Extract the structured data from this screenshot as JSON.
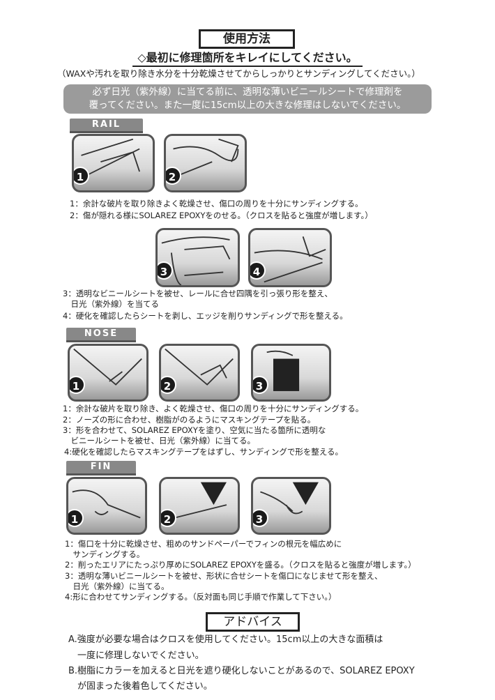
{
  "header": {
    "title": "使用方法",
    "subtitle": "◇最初に修理箇所をキレイにしてください。",
    "note": "（WAXや汚れを取り除き水分を十分乾燥させてからしっかりとサンディングしてください。）"
  },
  "notice": {
    "line1": "必ず日光（紫外線）に当てる前に、透明な薄いビニールシートで修理剤を",
    "line2": "覆ってください。また一度に15cm以上の大きな修理はしないでください。"
  },
  "rail": {
    "label": "RAIL",
    "steps_a": [
      "1：余計な破片を取り除きよく乾燥させ、傷口の周りを十分にサンディングする。",
      "2：傷が隠れる様にSOLAREZ EPOXYをのせる。（クロスを貼ると強度が増します。）"
    ],
    "steps_b": [
      "3：透明なビニールシートを被せ、レールに合せ四隅を引っ張り形を整え、",
      "　日光（紫外線）を当てる",
      "4：硬化を確認したらシートを剥し、エッジを削りサンディングで形を整える。"
    ]
  },
  "nose": {
    "label": "NOSE",
    "steps": [
      "1：余計な破片を取り除き、よく乾燥させ、傷口の周りを十分にサンディングする。",
      "2：ノーズの形に合わせ、樹脂がのるようにマスキングテープを貼る。",
      "3：形を合わせて、SOLAREZ EPOXYを塗り、空気に当たる箇所に透明な",
      "　ビニールシートを被せ、日光（紫外線）に当てる。",
      "4:硬化を確認したらマスキングテープをはずし、サンディングで形を整える。"
    ]
  },
  "fin": {
    "label": "FIN",
    "steps": [
      "1：傷口を十分に乾燥させ、粗めのサンドペーパーでフィンの根元を幅広めに",
      "　サンディングする。",
      "2：削ったエリアにたっぷり厚めにSOLAREZ EPOXYを盛る。（クロスを貼ると強度が増します。）",
      "3：透明な薄いビニールシートを被せ、形状に合せシートを傷口になじませて形を整え、",
      "　日光（紫外線）に当てる。",
      "4:形に合わせてサンディングする。（反対面も同じ手順で作業して下さい。）"
    ]
  },
  "advice": {
    "title": "アドバイス",
    "lines": [
      "A.強度が必要な場合はクロスを使用してください。15cm以上の大きな面積は",
      "　一度に修理しないでください。",
      "B.樹脂にカラーを加えると日光を遮り硬化しないことがあるので、SOLAREZ EPOXY",
      "　が固まった後着色してください。"
    ]
  },
  "step_numbers": [
    "1",
    "2",
    "3",
    "4"
  ]
}
